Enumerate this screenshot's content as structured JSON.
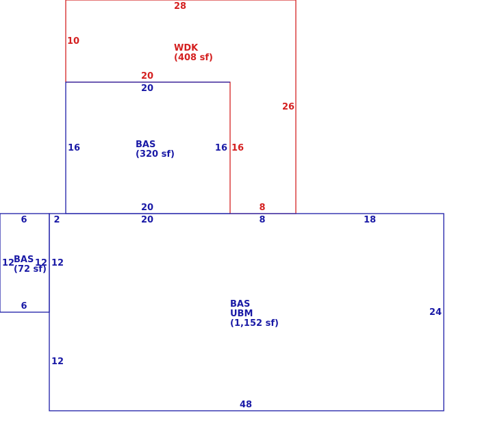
{
  "colors": {
    "blue": "#1a1aa6",
    "red": "#d42020"
  },
  "wdk": {
    "name": "WDK",
    "area": "(408 sf)",
    "dims": {
      "top": "28",
      "left": "10",
      "inner_top": "20",
      "right": "26",
      "inner_right": "16",
      "bottom": "8"
    }
  },
  "bas_upper": {
    "name": "BAS",
    "area": "(320 sf)",
    "dims": {
      "top": "20",
      "left": "16",
      "right": "16",
      "bottom": "20"
    }
  },
  "bas_small": {
    "name": "BAS",
    "area": "(72 sf)",
    "dims": {
      "top": "6",
      "left": "12",
      "right": "12",
      "bottom": "6"
    }
  },
  "bas_main": {
    "name": "BAS",
    "sub": "UBM",
    "area": "(1,152 sf)",
    "dims": {
      "top_a": "2",
      "top_b": "20",
      "top_c": "8",
      "top_d": "18",
      "left_upper": "12",
      "left_lower": "12",
      "right": "24",
      "bottom": "48"
    }
  }
}
